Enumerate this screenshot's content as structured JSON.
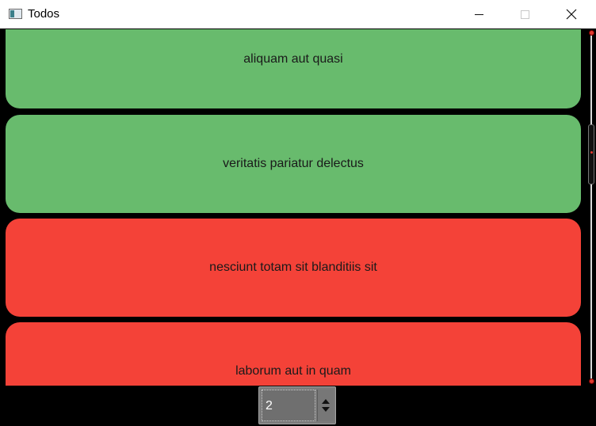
{
  "window": {
    "title": "Todos",
    "minimize_icon": "minimize-icon",
    "maximize_icon": "maximize-icon",
    "close_icon": "close-icon"
  },
  "colors": {
    "done": "#68bb6d",
    "not_done": "#f44238",
    "background": "#000000"
  },
  "todos": [
    {
      "title": "aliquam aut quasi",
      "completed": true
    },
    {
      "title": "veritatis pariatur delectus",
      "completed": true
    },
    {
      "title": "nesciunt totam sit blanditiis sit",
      "completed": false
    },
    {
      "title": "laborum aut in quam",
      "completed": false
    }
  ],
  "pager": {
    "value": "2"
  }
}
